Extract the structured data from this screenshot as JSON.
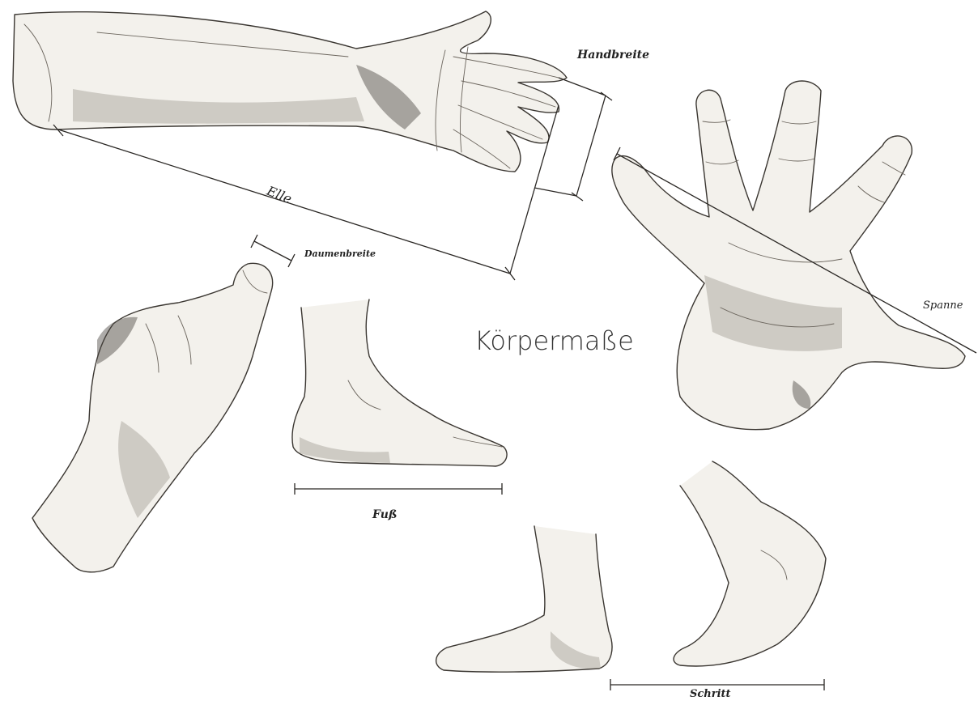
{
  "title": "Körpermaße",
  "measurements": {
    "handbreite": "Handbreite",
    "elle": "Elle",
    "daumenbreite": "Daumenbreite",
    "spanne": "Spanne",
    "fuss": "Fuß",
    "schritt": "Schritt"
  },
  "colors": {
    "background": "#ffffff",
    "pencil": "#3a3631",
    "paper_fill": "#f3f1ec"
  }
}
